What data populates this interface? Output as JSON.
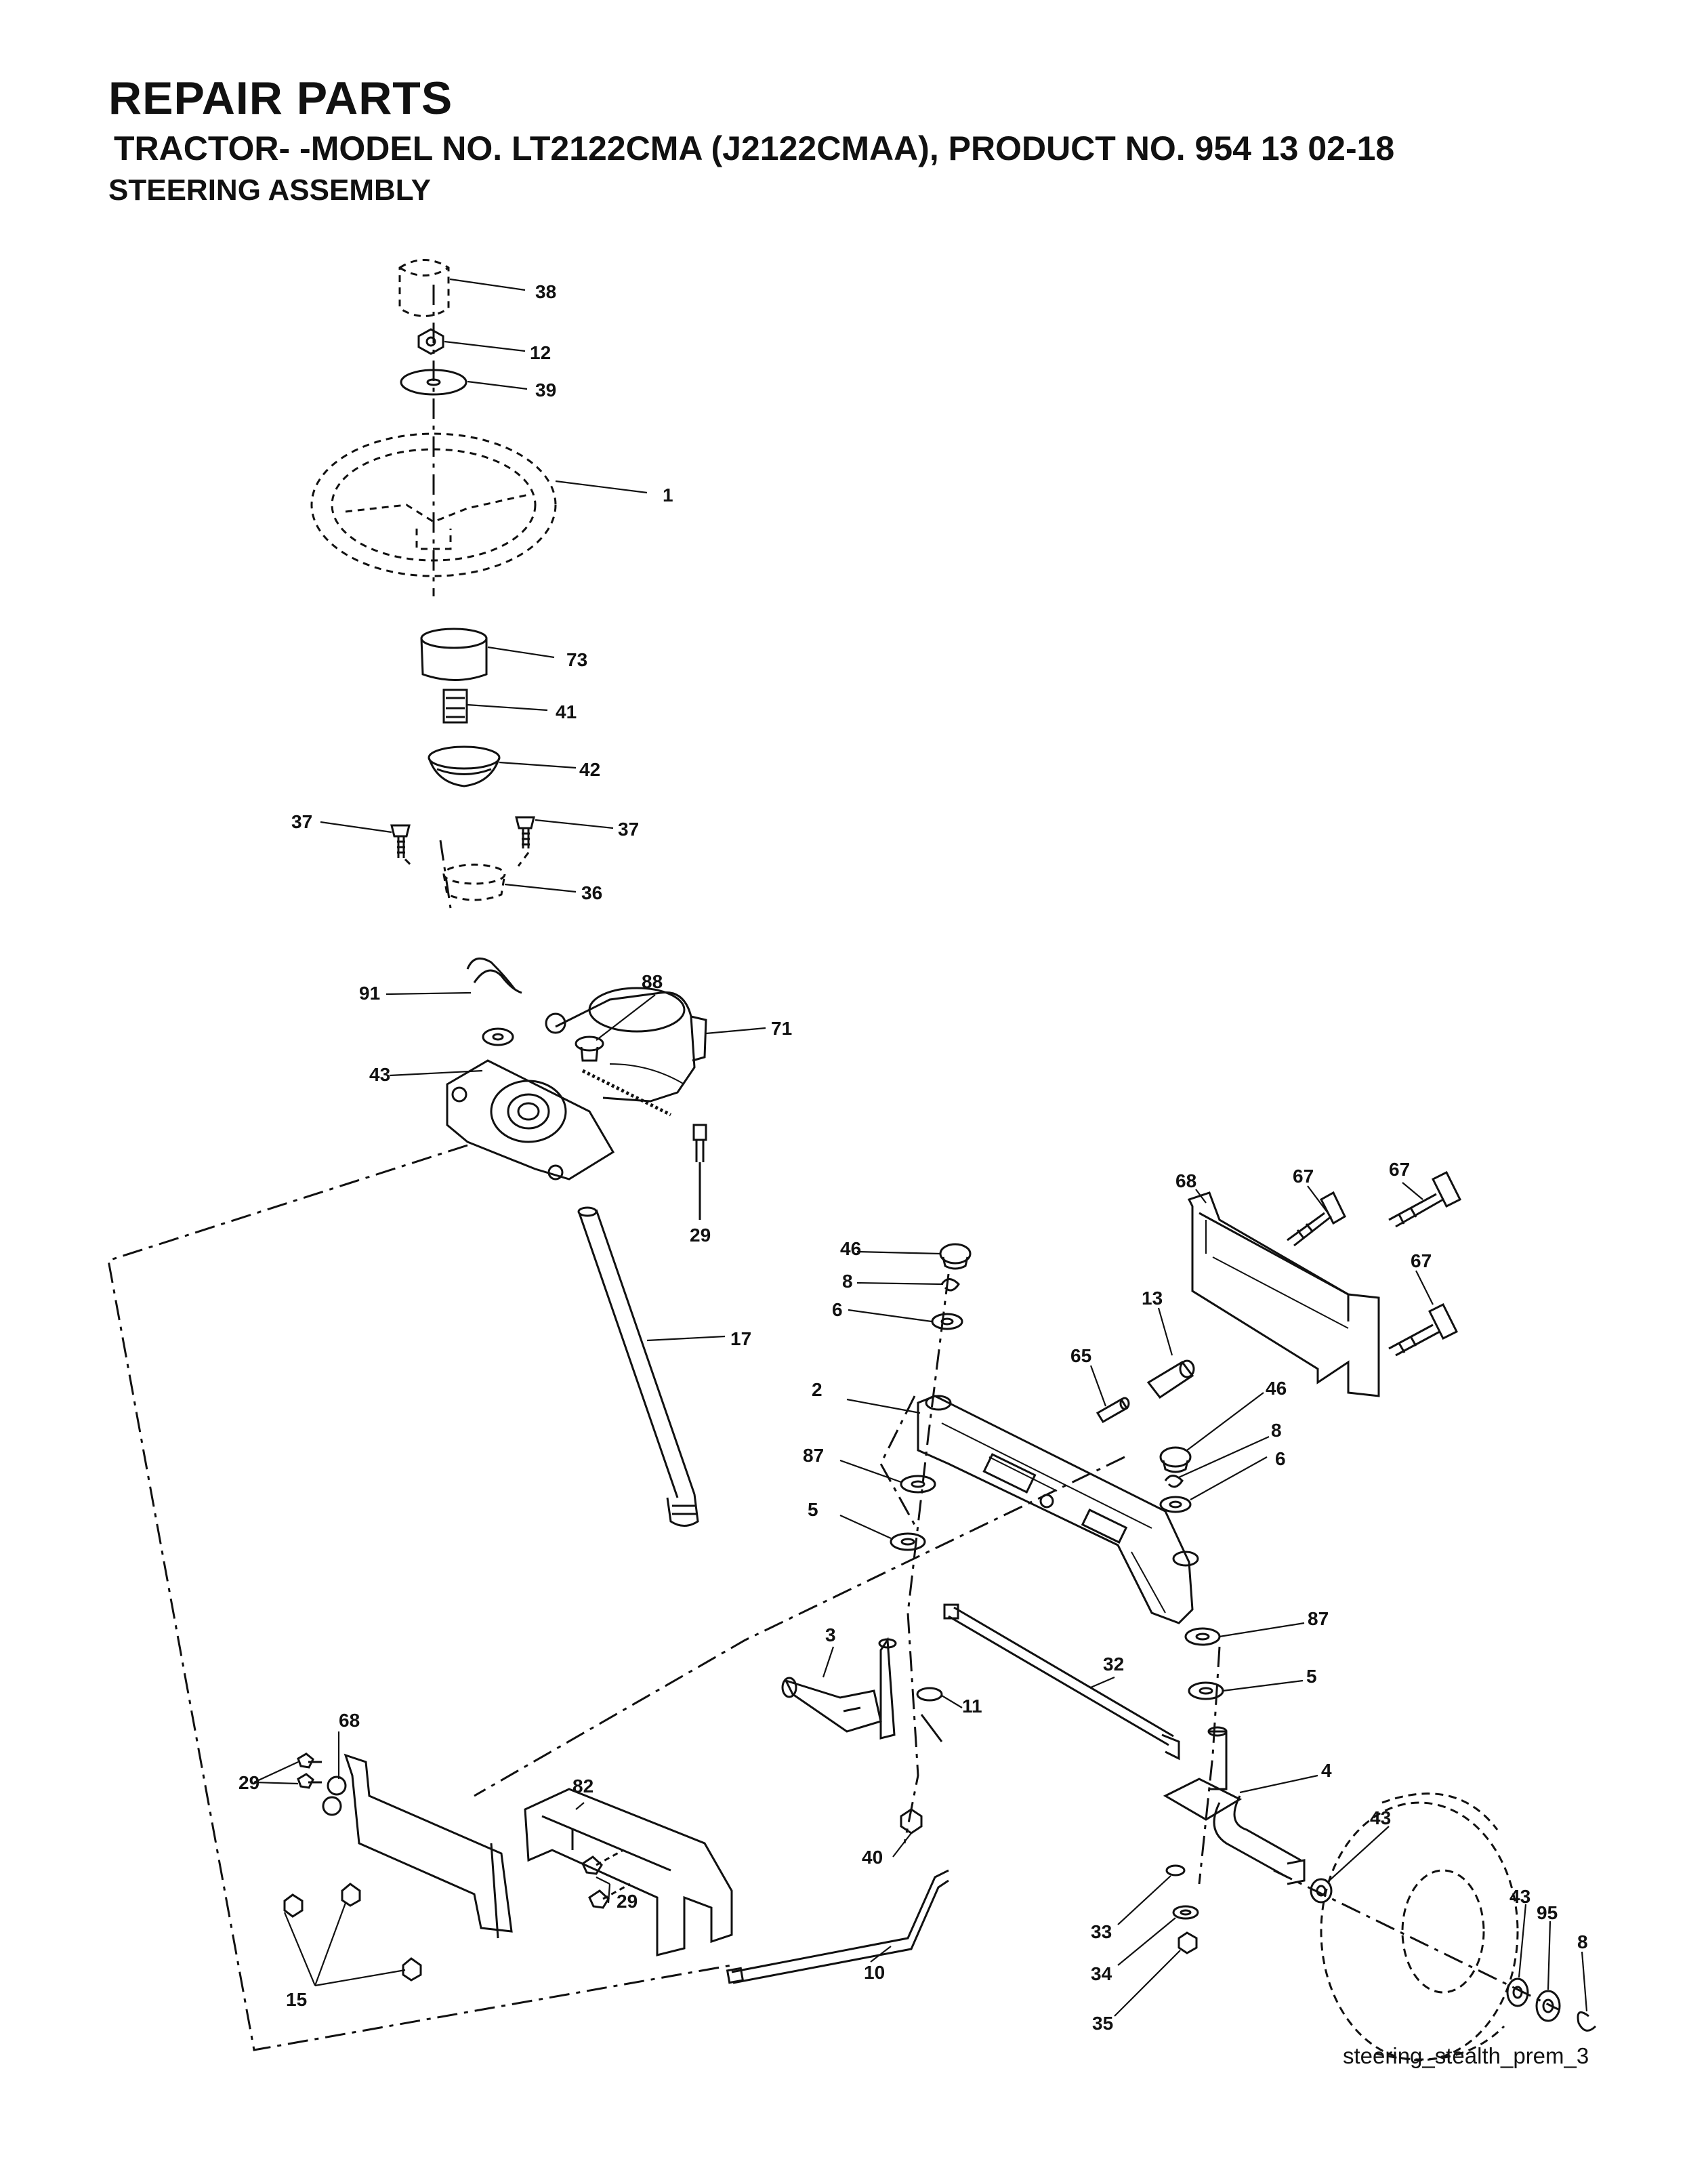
{
  "header": {
    "title": "REPAIR PARTS",
    "subtitle": "TRACTOR- -MODEL NO. LT2122CMA (J2122CMAA), PRODUCT NO. 954 13 02-18",
    "section": "STEERING ASSEMBLY"
  },
  "footer": {
    "drawing_id": "steering_stealth_prem_3"
  },
  "callouts": {
    "p38": "38",
    "p12": "12",
    "p39": "39",
    "p1": "1",
    "p73": "73",
    "p41": "41",
    "p42": "42",
    "p37a": "37",
    "p37b": "37",
    "p36": "36",
    "p91": "91",
    "p88": "88",
    "p43a": "43",
    "p71": "71",
    "p29a": "29",
    "p17": "17",
    "p46a": "46",
    "p8a": "8",
    "p6a": "6",
    "p68a": "68",
    "p67a": "67",
    "p67b": "67",
    "p67c": "67",
    "p13": "13",
    "p65": "65",
    "p46b": "46",
    "p8b": "8",
    "p6b": "6",
    "p2": "2",
    "p87a": "87",
    "p5a": "5",
    "p87b": "87",
    "p5b": "5",
    "p3": "3",
    "p32": "32",
    "p11": "11",
    "p4": "4",
    "p40": "40",
    "p68b": "68",
    "p29b": "29",
    "p82": "82",
    "p43b": "43",
    "p43c": "43",
    "p95": "95",
    "p8c": "8",
    "p33": "33",
    "p34": "34",
    "p35": "35",
    "p10": "10",
    "p15": "15",
    "p29c": "29"
  }
}
